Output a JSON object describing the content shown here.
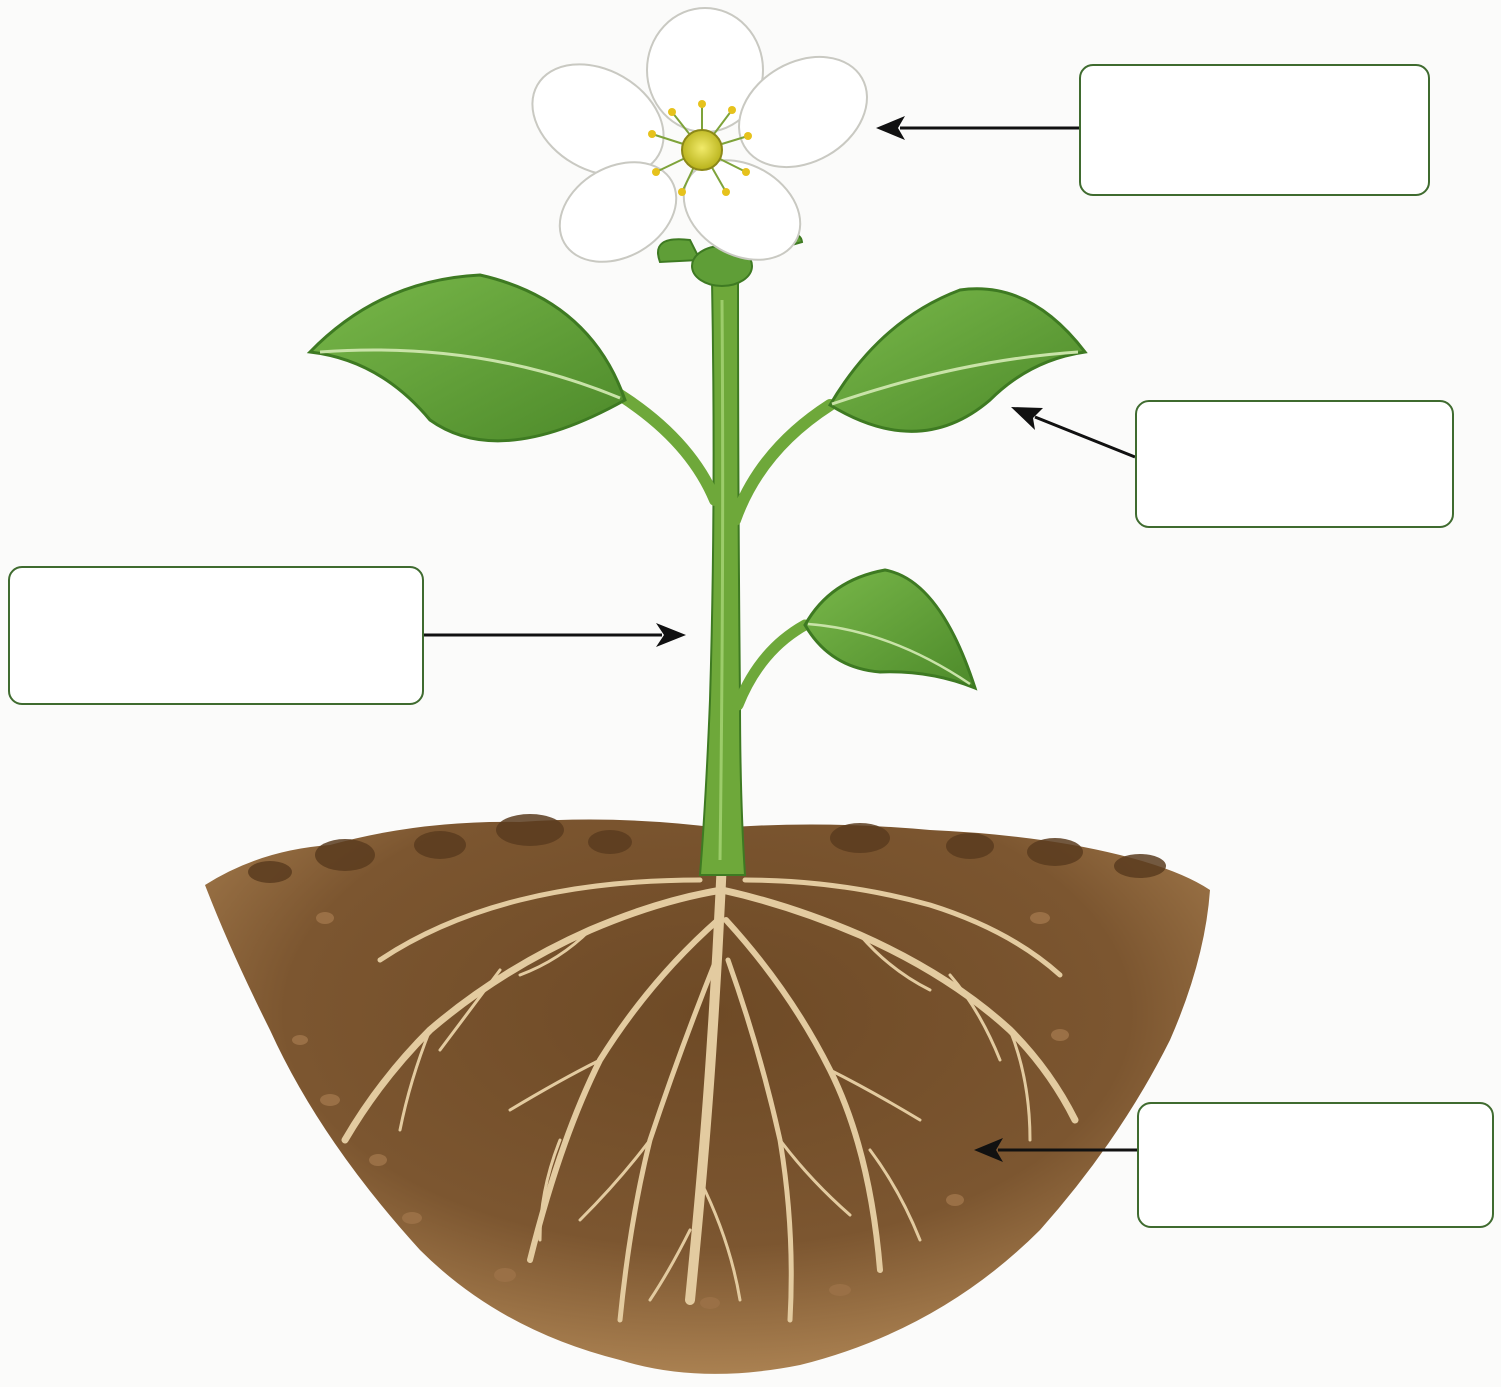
{
  "diagram": {
    "subject": "plant-parts-worksheet",
    "labels": [
      {
        "id": "flower",
        "text": ""
      },
      {
        "id": "leaf",
        "text": ""
      },
      {
        "id": "stem",
        "text": ""
      },
      {
        "id": "roots",
        "text": ""
      }
    ],
    "colors": {
      "background": "#fbfbfa",
      "box_border": "#3f6b2f",
      "arrow": "#111111",
      "leaf": "#5f9e37",
      "leaf_dark": "#3e7a22",
      "stem": "#6ea83a",
      "petal": "#ffffff",
      "flower_center": "#d8cf2a",
      "soil": "#7a5430",
      "soil_dark": "#5b3c1f",
      "root": "#e3cba0"
    }
  }
}
